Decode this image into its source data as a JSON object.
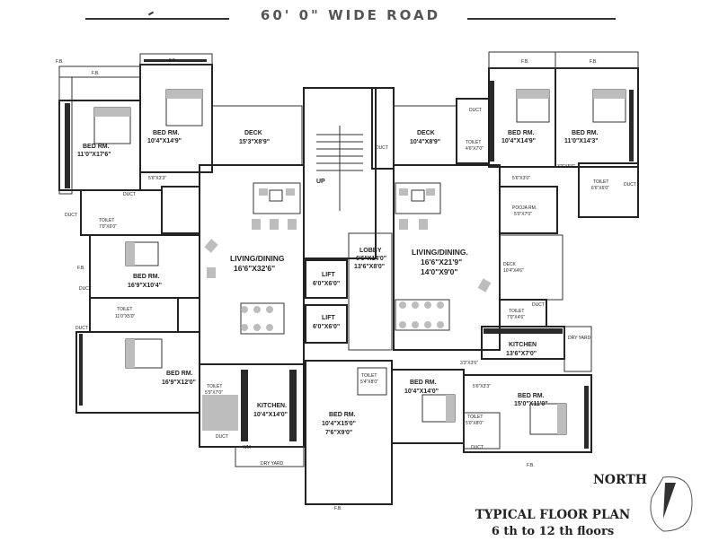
{
  "road_label": "60' 0\" WIDE ROAD",
  "plan_title": "TYPICAL FLOOR PLAN",
  "plan_subtitle": "6 th to 12 th floors",
  "north_label": "NORTH",
  "rooms": {
    "fb_left": "F.B.",
    "fb_left2": "F.B.",
    "fb_right": "F.B.",
    "fb_right2": "F.B.",
    "fb_side_left": "F.B.",
    "bed_tl_name": "BED RM.",
    "bed_tl_size": "11'0\"X17'6\"",
    "bed_tl2_name": "BED RM.",
    "bed_tl2_size": "10'4\"X14'9\"",
    "deck_left_name": "DECK",
    "deck_left_size": "15'3\"X8'9\"",
    "duct_top_left": "DUCT",
    "duct_center": "DUCT",
    "toilet_tl": "TOILET",
    "toilet_tl_size": "7'0\"X6'0\"",
    "dim_tl": "5'6\"X3'3\"",
    "duct_left1": "DUCT",
    "living_left_name": "LIVING/DINING",
    "living_left_size": "16'6\"X32'6\"",
    "bed_ml_name": "BED RM.",
    "bed_ml_size": "16'9\"X10'4\"",
    "fb_ml": "F.B.",
    "duct_ml": "DUCT",
    "toilet_ml": "TOILET",
    "toilet_ml_size": "11'0\"X5'0\"",
    "duct_ml2": "DUCT",
    "bed_bl_name": "BED RM.",
    "bed_bl_size": "16'9\"X12'0\"",
    "toilet_bl": "TOILET",
    "toilet_bl_size": "5'9\"X7'0\"",
    "duct_bl": "DUCT",
    "kitchen_left_name": "KITCHEN.",
    "kitchen_left_size": "10'4\"X14'0\"",
    "wm": "WM",
    "dry_yard_left": "DRY YARD",
    "up_label": "UP",
    "lobby_name": "LOBBY",
    "lobby_size1": "6'6\"X14'0\"",
    "lobby_size2": "13'6\"X8'0\"",
    "lift1_name": "LIFT",
    "lift1_size": "6'0\"X6'0\"",
    "lift2_name": "LIFT",
    "lift2_size": "6'0\"X6'0\"",
    "bed_bc_name": "BED RM.",
    "bed_bc_size1": "10'4\"X15'0\"",
    "bed_bc_size2": "7'6\"X9'0\"",
    "toilet_bc": "TOILET",
    "toilet_bc_size": "5'4\"X8'0\"",
    "deck_right_name": "DECK",
    "deck_right_size": "10'4\"X8'9\"",
    "living_right_name": "LIVING/DINING.",
    "living_right_size1": "16'6\"X21'9\"",
    "living_right_size2": "14'0\"X9'0\"",
    "duct_tr": "DUCT",
    "toilet_tr": "TOILET",
    "toilet_tr_size": "4'6\"X7'0\"",
    "bed_tr1_name": "BED RM.",
    "bed_tr1_size": "10'4\"X14'9\"",
    "bed_tr2_name": "BED RM.",
    "bed_tr2_size": "11'0\"X14'3\"",
    "dim_tr": "3'3\"X5'6\"",
    "toilet_tr2": "TOILET",
    "toilet_tr2_size": "6'6\"X6'0\"",
    "duct_tr2": "DUCT",
    "dim_tr3": "5'6\"X3'0\"",
    "pooja_name": "POOJA RM.",
    "pooja_size": "5'0\"X7'0\"",
    "deck_mr_name": "DECK",
    "deck_mr_size": "10'4\"X4'6\"",
    "toilet_mr": "TOILET",
    "toilet_mr_size": "7'0\"X4'6\"",
    "duct_mr": "DUCT",
    "kitchen_right_name": "KITCHEN",
    "kitchen_right_size": "13'6\"X7'0\"",
    "dry_yard_right": "DRY YARD",
    "dim_br": "3'3\"X3'6\"",
    "bed_br1_name": "BED RM.",
    "bed_br1_size": "10'4\"X14'0\"",
    "dim_br2": "5'6\"X3'3\"",
    "bed_br2_name": "BED RM.",
    "bed_br2_size": "15'0\"X11'0\"",
    "toilet_br": "TOILET",
    "toilet_br_size": "5'0\"X8'0\"",
    "duct_br": "DUCT",
    "fb_bottom": "F.B.",
    "fb_bottom2": "F.B."
  }
}
